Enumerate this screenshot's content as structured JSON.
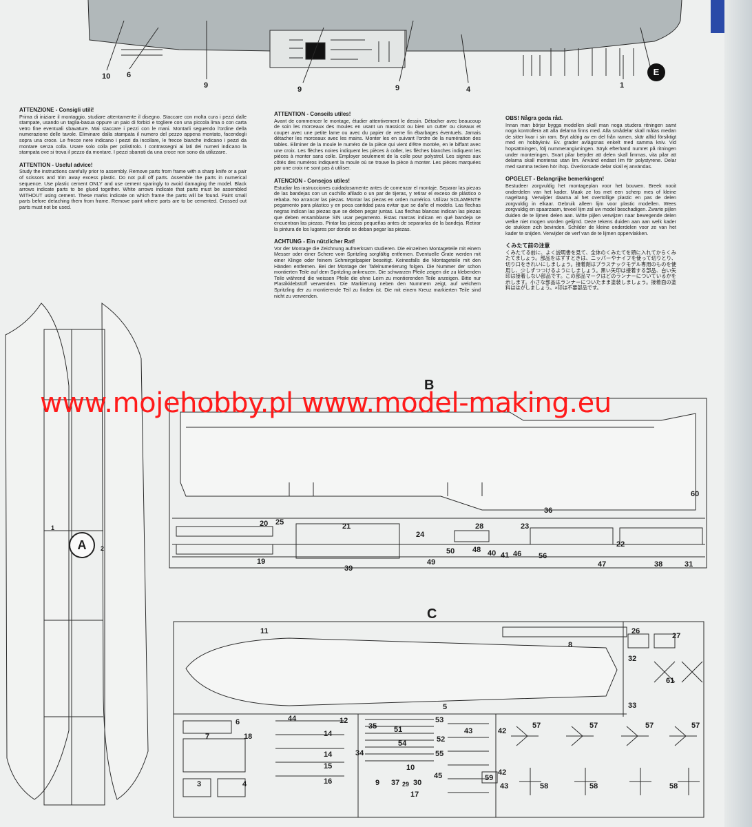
{
  "top_callouts": [
    "10",
    "6",
    "9",
    "9",
    "9",
    "4",
    "1"
  ],
  "badge_e": "E",
  "sections": {
    "it": {
      "heading": "ATTENZIONE - Consigli utili!",
      "body": "Prima di iniziare il montaggio, studiare attentamente il disegno. Staccare con molta cura i pezzi dalle stampate, usando un taglia-basua oppure un paio di forbici e togliere con una piccola lima o con carta vetro fine eventuali sbavature. Mai staccare i pezzi con le mani. Montarli seguendo l'ordine della numerazione delle tavole. Eliminare dalla stampata il numero del pezzo appena montato, facendogli sopra una croce. Le frecce nere indicano i pezzi da incollare, le frecce bianche indicano i pezzi da montare senza colla. Usare solo colla per polistirolo. I contrassegni ai lati dei numeri indicano la stampata ove si trova il pezzo da montare. I pezzi sbarrati da una croce non sono da utilizzare."
    },
    "en": {
      "heading": "ATTENTION - Useful advice!",
      "body": "Study the instructions carefully prior to assembly. Remove parts from frame with a sharp knife or a pair of scissors and trim away excess plastic. Do not pull off parts. Assemble the parts in numerical sequence. Use plastic cement ONLY and use cement sparingly to avoid damaging the model. Black arrows indicate parts to be glued together. White arrows indicate that parts must be assembled WITHOUT using cement. These marks indicate on which frame the parts will be found. Paint small parts before detaching them from frame. Remove paint where parts are to be cemented. Crossed out parts must not be used."
    },
    "fr": {
      "heading": "ATTENTION - Conseils utiles!",
      "body": "Avant de commencer le montage, étudier attentivement le dessin. Détacher avec beaucoup de soin les morceaux des moules en usant un massicot ou bien un cutter ou ciseaux et couper avec une petite lame ou avec du papier de verre fin ébarbages éventuels. Jamais détacher les morceaux avec les mains. Monter les en suivant l'ordre de la numération des tables. Eliminer de la moule le numéro de la pièce qui vient d'être montée, en le biffant avec une croix. Les flèches noires indiquent les pièces à coller, les flèches blanches indiquent les pièces à monter sans colle. Employer seulement de la colle pour polystrol. Les signes aux côtés des numéros indiquent la moule où se trouve la pièce à monter. Les pièces marquées par une croix ne sont pas à utiliser."
    },
    "es": {
      "heading": "ATENCION - Consejos utiles!",
      "body": "Estudiar las instrucciones cuidadosamente antes de comenzar el montaje. Separar las piezas de las bandejas con un cuchillo afilado o un par de tijeras, y retirar el exceso de plástico o rebaba. No arrancar las piezas. Montar las piezas en orden numérico. Utilizar SOLAMENTE pegamento para plástico y en poca cantidad para evitar que se dañe el modelo. Las flechas negras indican las piezas que se deben pegar juntas. Las flechas blancas indican las piezas que deben ensamblarse SIN usar pegamento. Estas marcas indican en qué bandeja se encuentran las piezas. Pintar las piezas pequeñas antes de separarlas de la bandeja. Retirar la pintura de los lugares por donde se deban pegar las piezas."
    },
    "de": {
      "heading": "ACHTUNG - Ein nützlicher Rat!",
      "body": "Vor der Montage die Zeichnung aufmerksam studieren. Die einzelnen Montageteile mit einem Messer oder einer Schere vom Spritzling sorgfältig entfernen. Eventuelle Grate werden mit einer Klinge oder feinem Schmirgelpapier beseitigt. Keinesfalls die Montageteile mit den Händen entfernen. Bei der Montage der Tafelnumerierung folgen. Die Nummer der schon montierten Teile auf dem Spritzling ankreuzen. Die schwarzen Pfeile zeigen die zu klebenden Teile während die weissen Pfeile die ohne Leim zu montierenden Teile anzeigen. Bitte nur Plastikklebstoff verwenden. Die Markierung neben den Nummern zeigt, auf welchem Spritzling der zu montierende Teil zu finden ist. Die mit einem Kreuz markierten Teile sind nicht zu verwenden."
    },
    "sv": {
      "heading": "OBS! Några goda råd.",
      "body": "Innan man börjar bygga modellen skall man noga studera ritningen samt noga kontrollera att alla delarna finns med. Alla smådelar skall målas medan de sitter kvar i sin ram. Bryt aldrig av en del från ramen, skär alltid försiktigt med en hobbykniv. Ev. grader avlägsnas enkelt med samma kniv. Vid hopsättningen, följ nummerangivningen. Stryk efterhand numret på ritningen under monteringen. Svart pilar betyder att delen skall limmas, vita pilar att delarna skall monteras utan lim. Använd endast lim för polystyrene. Delar med samma tecken hör ihop. Överkorsade delar skall ej användas."
    },
    "nl": {
      "heading": "OPGELET - Belangrijke bemerkingen!",
      "body": "Bestudeer zorgvuldig het montageplan voor het bouwen. Breek nooit onderdelen van het kader. Maak ze los met een scherp mes of kleine nageltang. Verwijder daarna al het overtollige plastic en pas de delen zorgvuldig in elkaar. Gebruik alleen lijm voor plastic modellen. Wees zorgvuldig en spaarzaam, teveel lijm zal uw model beschadigen. Zwarte pijlen duiden de te lijmen delen aan. Witte pijlen verwijzen naar bewegende delen welke niet mogen worden gelijmd. Deze tekens duiden aan aan welk kader de stukken zich bevinden. Schilder de kleine onderdelen voor ze van het kader te snijden. Verwijder de verf van de te lijmen oppervlakken."
    },
    "ja": {
      "heading": "くみたて前の注意",
      "body": "くみたてる前に、よく説明書を見て、全体のくみたてを頭に入れてからくみたてましょう。部品をはずすときは、ニッパーやナイフを使って切りとり、切り口をきれいにしましょう。接着剤はプラスチックモデル専用のものを使用し、少しずつつけるようにしましょう。黒い矢印は接着する部品、白い矢印は接着しない部品です。この部品マークはどのランナーについているかを示します。小さな部品はランナーについたまま塗装しましょう。接着面の塗料ははがしましょう。×印は不要部品です。"
    }
  },
  "frames": {
    "A": {
      "letter": "A",
      "parts": [
        "1",
        "2"
      ]
    },
    "B": {
      "letter": "B",
      "parts": [
        "60",
        "20",
        "25",
        "21",
        "24",
        "28",
        "36",
        "23",
        "22",
        "19",
        "50",
        "48",
        "40",
        "41",
        "46",
        "56",
        "49",
        "47",
        "38",
        "31",
        "39"
      ]
    },
    "C": {
      "letter": "C",
      "parts": [
        "11",
        "8",
        "26",
        "27",
        "32",
        "61",
        "33",
        "5",
        "44",
        "12",
        "6",
        "14",
        "35",
        "51",
        "53",
        "43",
        "42",
        "57",
        "57",
        "57",
        "57",
        "7",
        "18",
        "14",
        "34",
        "54",
        "52",
        "55",
        "15",
        "10",
        "59",
        "42",
        "3",
        "4",
        "16",
        "9",
        "37",
        "29",
        "30",
        "45",
        "43",
        "17",
        "58",
        "58",
        "58"
      ]
    }
  },
  "watermark": "www.mojehobby.pl www.model-making.eu"
}
